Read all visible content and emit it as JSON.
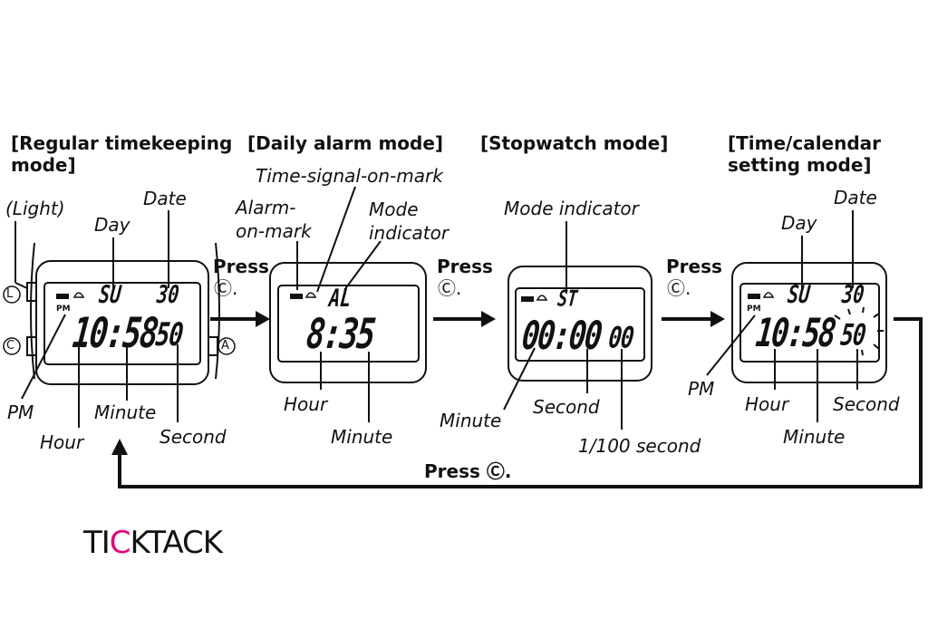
{
  "modes": [
    {
      "heading": "[Regular timekeeping mode]",
      "day": "SU",
      "date": "30",
      "time": "10:58",
      "seconds": "50",
      "pm": "PM"
    },
    {
      "heading": "[Daily alarm mode]",
      "mode_text": "AL",
      "time": "8:35"
    },
    {
      "heading": "[Stopwatch mode]",
      "mode_text": "ST",
      "time": "00:00",
      "hundredths": "00"
    },
    {
      "heading": "[Time/calendar setting mode]",
      "day": "SU",
      "date": "30",
      "time": "10:58",
      "seconds": "50",
      "pm": "PM"
    }
  ],
  "labels": {
    "light": "(Light)",
    "day": "Day",
    "date": "Date",
    "pm": "PM",
    "hour": "Hour",
    "minute": "Minute",
    "second": "Second",
    "alarm_on_mark": "Alarm-\non-mark",
    "time_signal_on_mark": "Time-signal-on-mark",
    "mode_indicator_two_line": "Mode\nindicator",
    "mode_indicator": "Mode indicator",
    "hundredth_second": "1/100 second"
  },
  "buttons": {
    "l": "L",
    "c": "C",
    "a": "A"
  },
  "transitions": {
    "press": "Press",
    "button_symbol": "Ⓒ.",
    "bottom_press": "Press Ⓒ."
  },
  "logo": {
    "part1": "TI",
    "part2": "C",
    "part3": "KTACK",
    "accent_color": "#e0007a"
  }
}
